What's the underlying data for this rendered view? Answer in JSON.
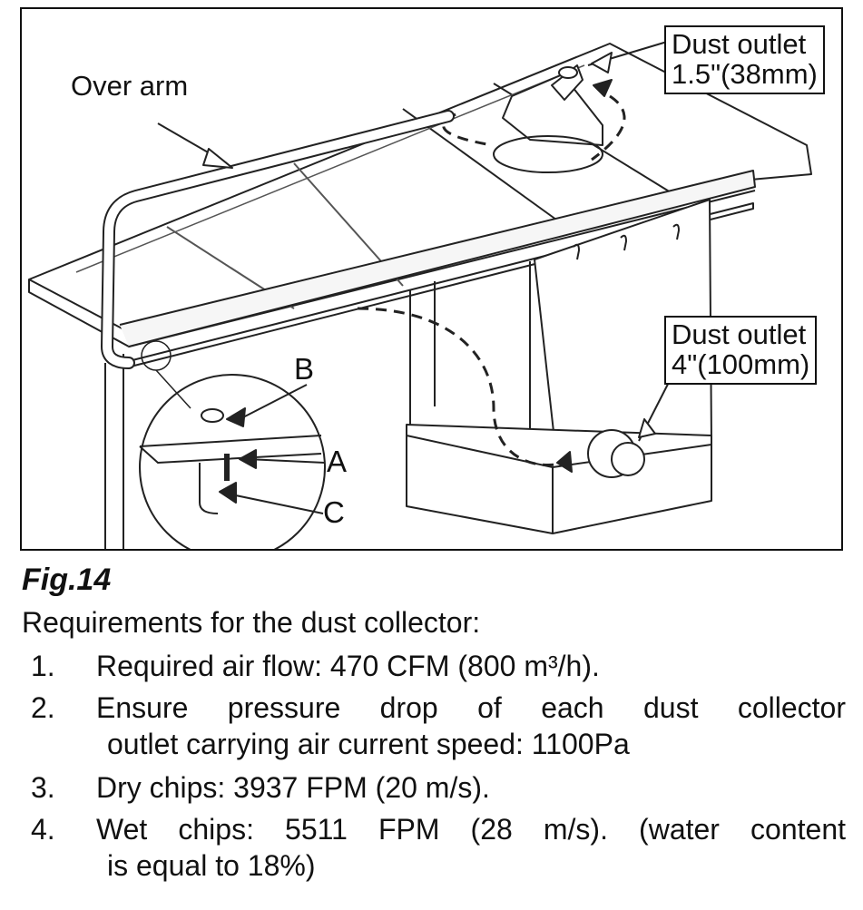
{
  "figure": {
    "labels": {
      "over_arm": "Over arm",
      "dust_outlet_top_title": "Dust outlet",
      "dust_outlet_top_size": "1.5\"(38mm)",
      "dust_outlet_bottom_title": "Dust outlet",
      "dust_outlet_bottom_size": "4\"(100mm)",
      "a": "A",
      "b": "B",
      "c": "C"
    }
  },
  "caption": "Fig.14",
  "requirements": {
    "heading": "Requirements for the dust collector:",
    "items": [
      {
        "num": "1.",
        "line1": "Required air flow: 470 CFM (800 m³/h).",
        "line2": ""
      },
      {
        "num": "2.",
        "line1": "Ensure pressure drop of each dust collector",
        "line2": "outlet carrying air current speed: 1100Pa"
      },
      {
        "num": "3.",
        "line1": "Dry chips: 3937 FPM (20 m/s).",
        "line2": ""
      },
      {
        "num": "4.",
        "line1": "Wet chips: 5511 FPM (28 m/s). (water content",
        "line2": "is equal to 18%)"
      }
    ]
  }
}
